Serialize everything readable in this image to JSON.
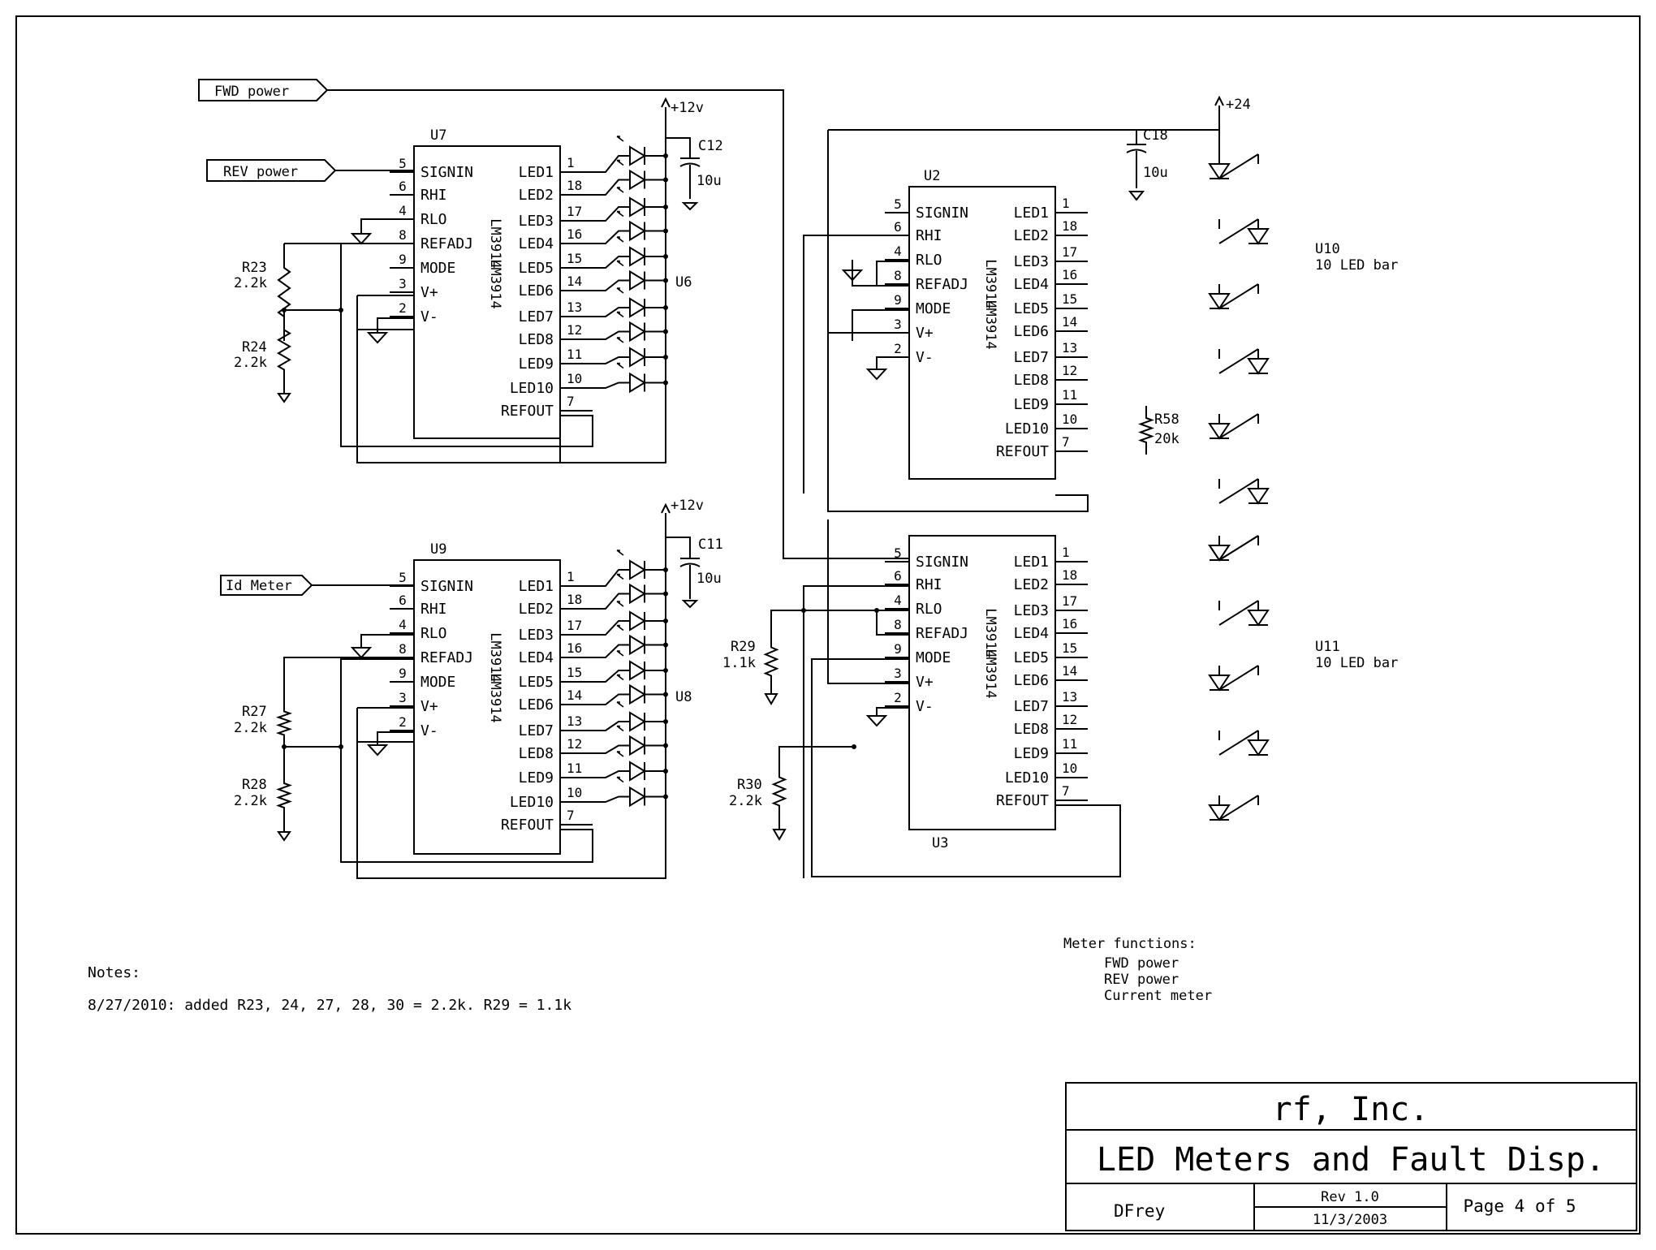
{
  "ports": {
    "fwd_power": "FWD power",
    "rev_power": "REV power",
    "id_meter": "Id Meter"
  },
  "rails": {
    "plus12": "+12v",
    "plus24": "+24"
  },
  "chip_part": "LM3914",
  "chip_pin_names": [
    "SIGNIN",
    "RHI",
    "RLO",
    "REFADJ",
    "MODE",
    "V+",
    "V-"
  ],
  "chip_pin_numbers": [
    "5",
    "6",
    "4",
    "8",
    "9",
    "3",
    "2"
  ],
  "chip_out_names": [
    "LED1",
    "LED2",
    "LED3",
    "LED4",
    "LED5",
    "LED6",
    "LED7",
    "LED8",
    "LED9",
    "LED10",
    "REFOUT"
  ],
  "chip_out_numbers": [
    "1",
    "18",
    "17",
    "16",
    "15",
    "14",
    "13",
    "12",
    "11",
    "10",
    "7"
  ],
  "chips": {
    "u7": "U7",
    "u9": "U9",
    "u2": "U2",
    "u3": "U3"
  },
  "led_arrays": {
    "u6": "U6",
    "u8": "U8"
  },
  "led_bars": {
    "u10": {
      "ref": "U10",
      "desc": "10 LED bar"
    },
    "u11": {
      "ref": "U11",
      "desc": "10 LED bar"
    }
  },
  "capacitors": {
    "c12": {
      "ref": "C12",
      "value": "10u"
    },
    "c11": {
      "ref": "C11",
      "value": "10u"
    },
    "c18": {
      "ref": "C18",
      "value": "10u"
    }
  },
  "resistors": {
    "r23": {
      "ref": "R23",
      "value": "2.2k"
    },
    "r24": {
      "ref": "R24",
      "value": "2.2k"
    },
    "r27": {
      "ref": "R27",
      "value": "2.2k"
    },
    "r28": {
      "ref": "R28",
      "value": "2.2k"
    },
    "r29": {
      "ref": "R29",
      "value": "1.1k"
    },
    "r30": {
      "ref": "R30",
      "value": "2.2k"
    },
    "r58": {
      "ref": "R58",
      "value": "20k"
    }
  },
  "notes": {
    "title": "Notes:",
    "line1": "8/27/2010: added  R23, 24, 27, 28, 30 = 2.2k. R29 = 1.1k"
  },
  "meter_functions": {
    "title": "Meter functions:",
    "items": [
      "FWD power",
      "REV power",
      "Current meter"
    ]
  },
  "title_block": {
    "company": "rf, Inc.",
    "title": "LED Meters and Fault Disp.",
    "author": "DFrey",
    "rev": "Rev 1.0",
    "date": "11/3/2003",
    "page": "Page 4 of 5"
  }
}
